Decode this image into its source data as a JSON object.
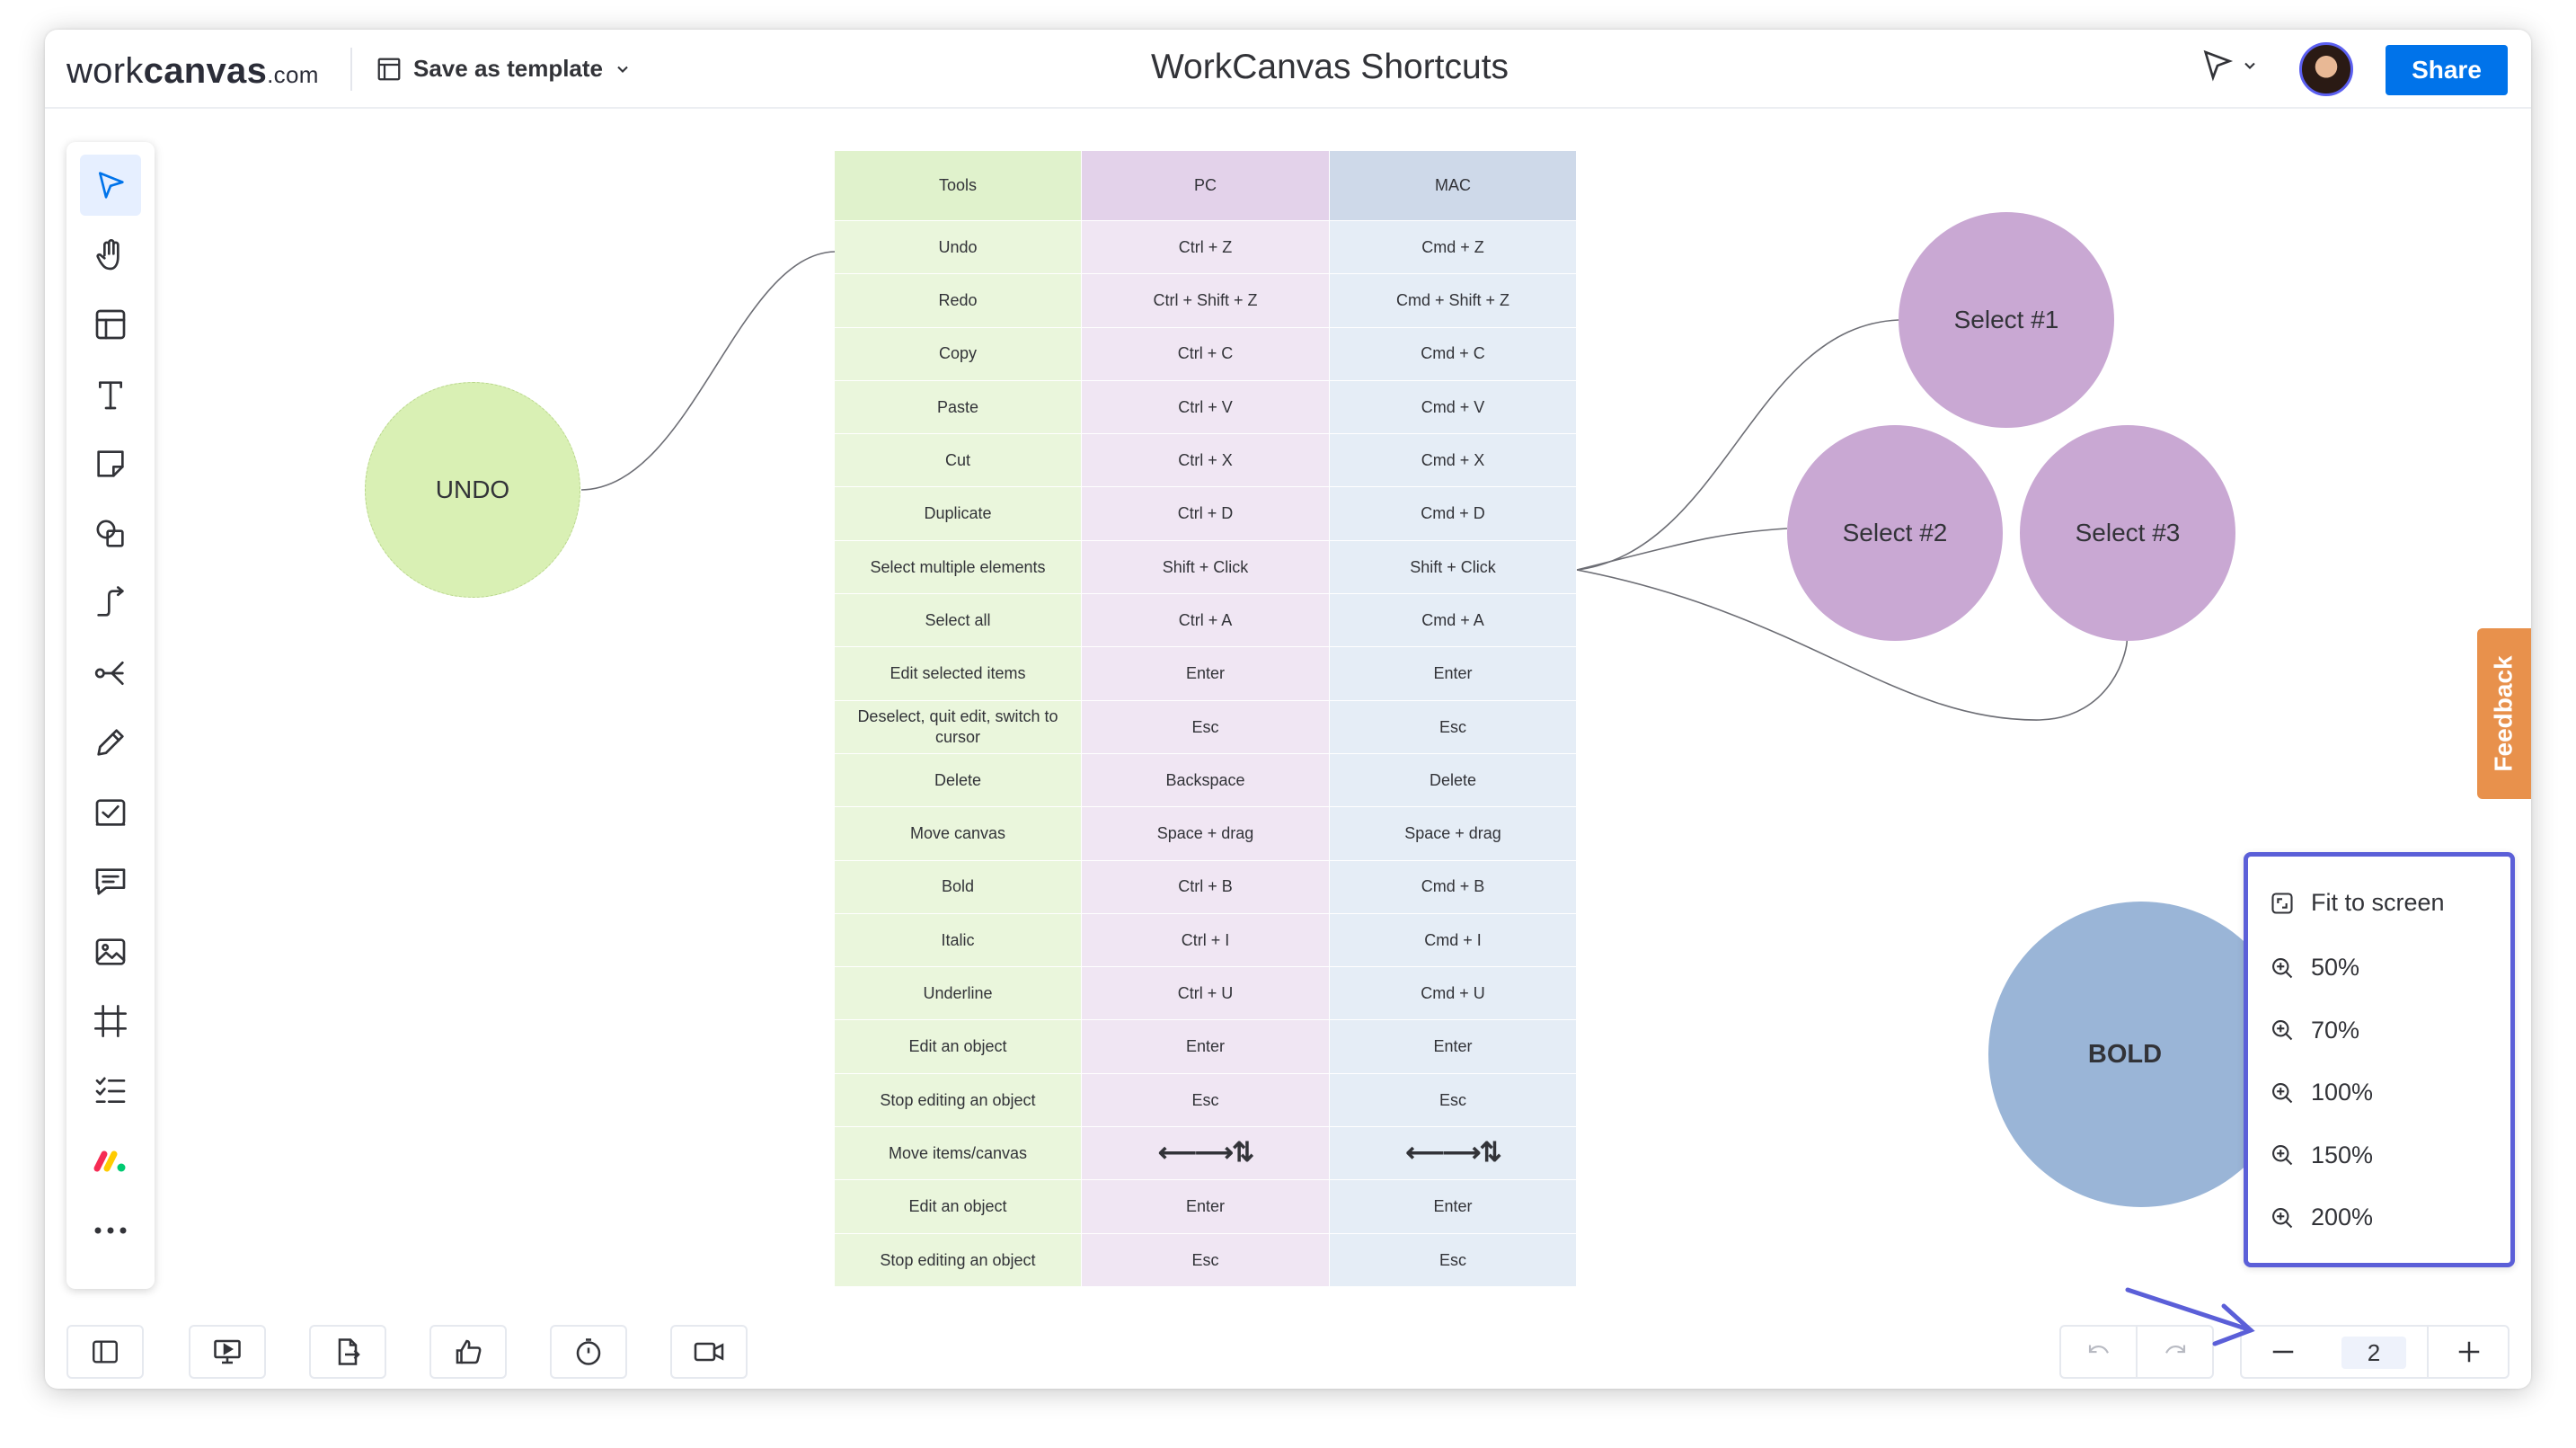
{
  "header": {
    "logo_main": "work",
    "logo_bold": "canvas",
    "logo_suffix": ".com",
    "save_template_label": "Save as template",
    "title": "WorkCanvas Shortcuts",
    "share_label": "Share"
  },
  "toolbar": {
    "tools": [
      "select-tool-icon",
      "hand-tool-icon",
      "template-tool-icon",
      "text-tool-icon",
      "sticky-note-icon",
      "shapes-icon",
      "connector-icon",
      "mind-map-icon",
      "pen-icon",
      "task-icon",
      "comment-icon",
      "image-icon",
      "frame-icon",
      "checklist-icon",
      "monday-apps-icon",
      "more-icon"
    ],
    "active_tool": "select-tool-icon"
  },
  "canvas": {
    "undo_label": "UNDO",
    "select1_label": "Select #1",
    "select2_label": "Select #2",
    "select3_label": "Select #3",
    "bold_label": "BOLD",
    "colors": {
      "green": "#d9f0b4",
      "purple": "#c9a8d3",
      "blue": "#9ab5d7"
    }
  },
  "table": {
    "headers": [
      "Tools",
      "PC",
      "MAC"
    ],
    "rows": [
      [
        "Undo",
        "Ctrl + Z",
        "Cmd + Z"
      ],
      [
        "Redo",
        "Ctrl + Shift + Z",
        "Cmd + Shift + Z"
      ],
      [
        "Copy",
        "Ctrl + C",
        "Cmd + C"
      ],
      [
        "Paste",
        "Ctrl + V",
        "Cmd + V"
      ],
      [
        "Cut",
        "Ctrl + X",
        "Cmd + X"
      ],
      [
        "Duplicate",
        "Ctrl + D",
        "Cmd + D"
      ],
      [
        "Select multiple elements",
        "Shift + Click",
        "Shift + Click"
      ],
      [
        "Select all",
        "Ctrl + A",
        "Cmd + A"
      ],
      [
        "Edit selected items",
        "Enter",
        "Enter"
      ],
      [
        "Deselect, quit edit, switch to cursor",
        "Esc",
        "Esc"
      ],
      [
        "Delete",
        "Backspace",
        "Delete"
      ],
      [
        "Move canvas",
        "Space + drag",
        "Space + drag"
      ],
      [
        "Bold",
        "Ctrl + B",
        "Cmd + B"
      ],
      [
        "Italic",
        "Ctrl + I",
        "Cmd + I"
      ],
      [
        "Underline",
        "Ctrl + U",
        "Cmd + U"
      ],
      [
        "Edit an object",
        "Enter",
        "Enter"
      ],
      [
        "Stop editing an object",
        "Esc",
        "Esc"
      ],
      [
        "Move items/canvas",
        "⟵⟶⇅",
        "⟵⟶⇅"
      ],
      [
        "Edit an object",
        "Enter",
        "Enter"
      ],
      [
        "Stop editing an object",
        "Esc",
        "Esc"
      ]
    ]
  },
  "feedback_label": "Feedback",
  "zoom_menu": {
    "fit_label": "Fit to screen",
    "options": [
      "50%",
      "70%",
      "100%",
      "150%",
      "200%"
    ]
  },
  "bottom": {
    "zoom_value": "2",
    "tools": [
      "sidebar-icon",
      "presentation-icon",
      "export-icon",
      "vote-icon",
      "timer-icon",
      "video-icon"
    ]
  }
}
